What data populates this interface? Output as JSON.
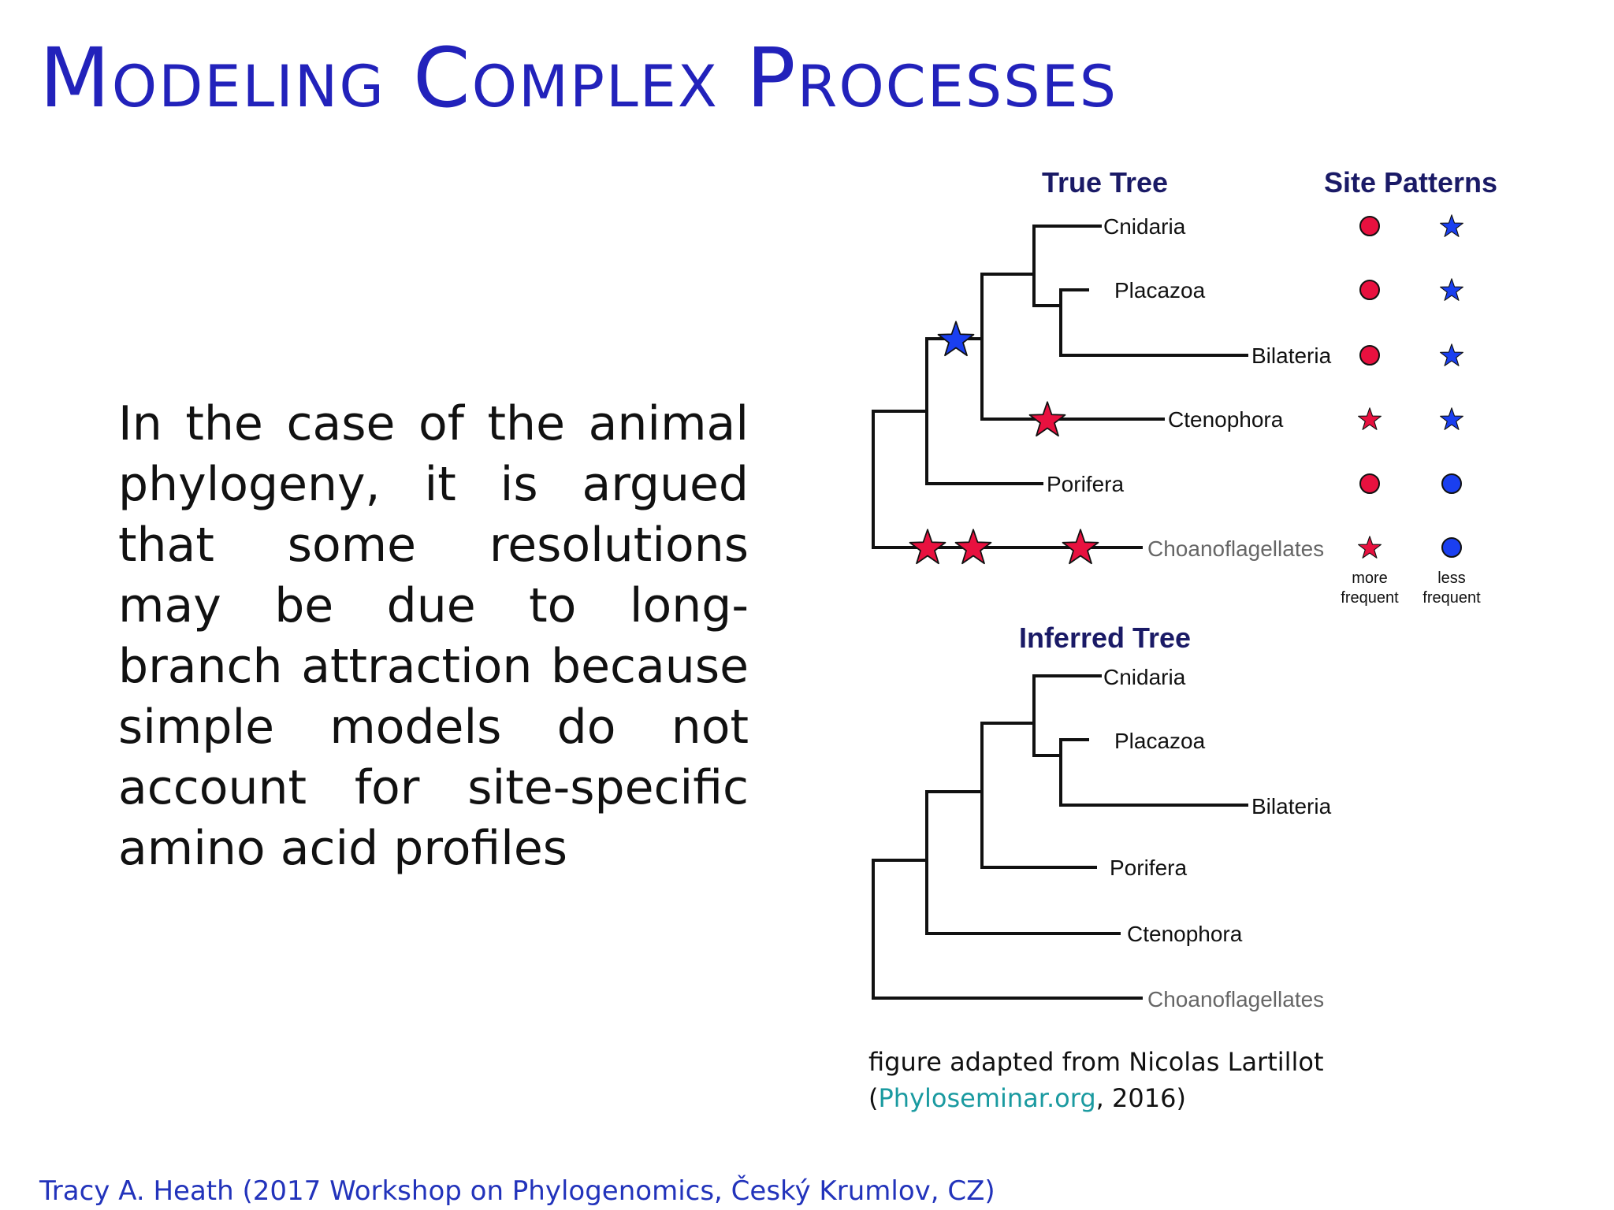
{
  "slide": {
    "title": "Modeling Complex Processes",
    "body_text": "In the case of the animal phylogeny, it is argued that some resolutions may be due to long-branch attraction because simple models do not account for site-specific amino acid profiles"
  },
  "figure": {
    "true_tree": {
      "heading": "True Tree",
      "taxa": [
        "Cnidaria",
        "Placazoa",
        "Bilateria",
        "Ctenophora",
        "Porifera",
        "Choanoflagellates"
      ]
    },
    "site_patterns": {
      "heading": "Site Patterns",
      "column_labels": [
        {
          "line1": "more",
          "line2": "frequent"
        },
        {
          "line1": "less",
          "line2": "frequent"
        }
      ],
      "rows": [
        [
          "red-circle",
          "blue-star"
        ],
        [
          "red-circle",
          "blue-star"
        ],
        [
          "red-circle",
          "blue-star"
        ],
        [
          "red-star",
          "blue-star"
        ],
        [
          "red-circle",
          "blue-circle"
        ],
        [
          "red-star",
          "blue-circle"
        ]
      ]
    },
    "inferred_tree": {
      "heading": "Inferred Tree",
      "taxa": [
        "Cnidaria",
        "Placazoa",
        "Bilateria",
        "Porifera",
        "Ctenophora",
        "Choanoflagellates"
      ]
    },
    "colors": {
      "heading": "#1a1a66",
      "red": "#e8113f",
      "blue": "#1a3ff0",
      "outgroup_label": "#666666"
    }
  },
  "caption": {
    "line1": "figure adapted from Nicolas Lartillot",
    "open_paren": "(",
    "link": "Phyloseminar.org",
    "rest": ", 2016)"
  },
  "footer": "Tracy A. Heath (2017 Workshop on Phylogenomics, Český Krumlov, CZ)"
}
